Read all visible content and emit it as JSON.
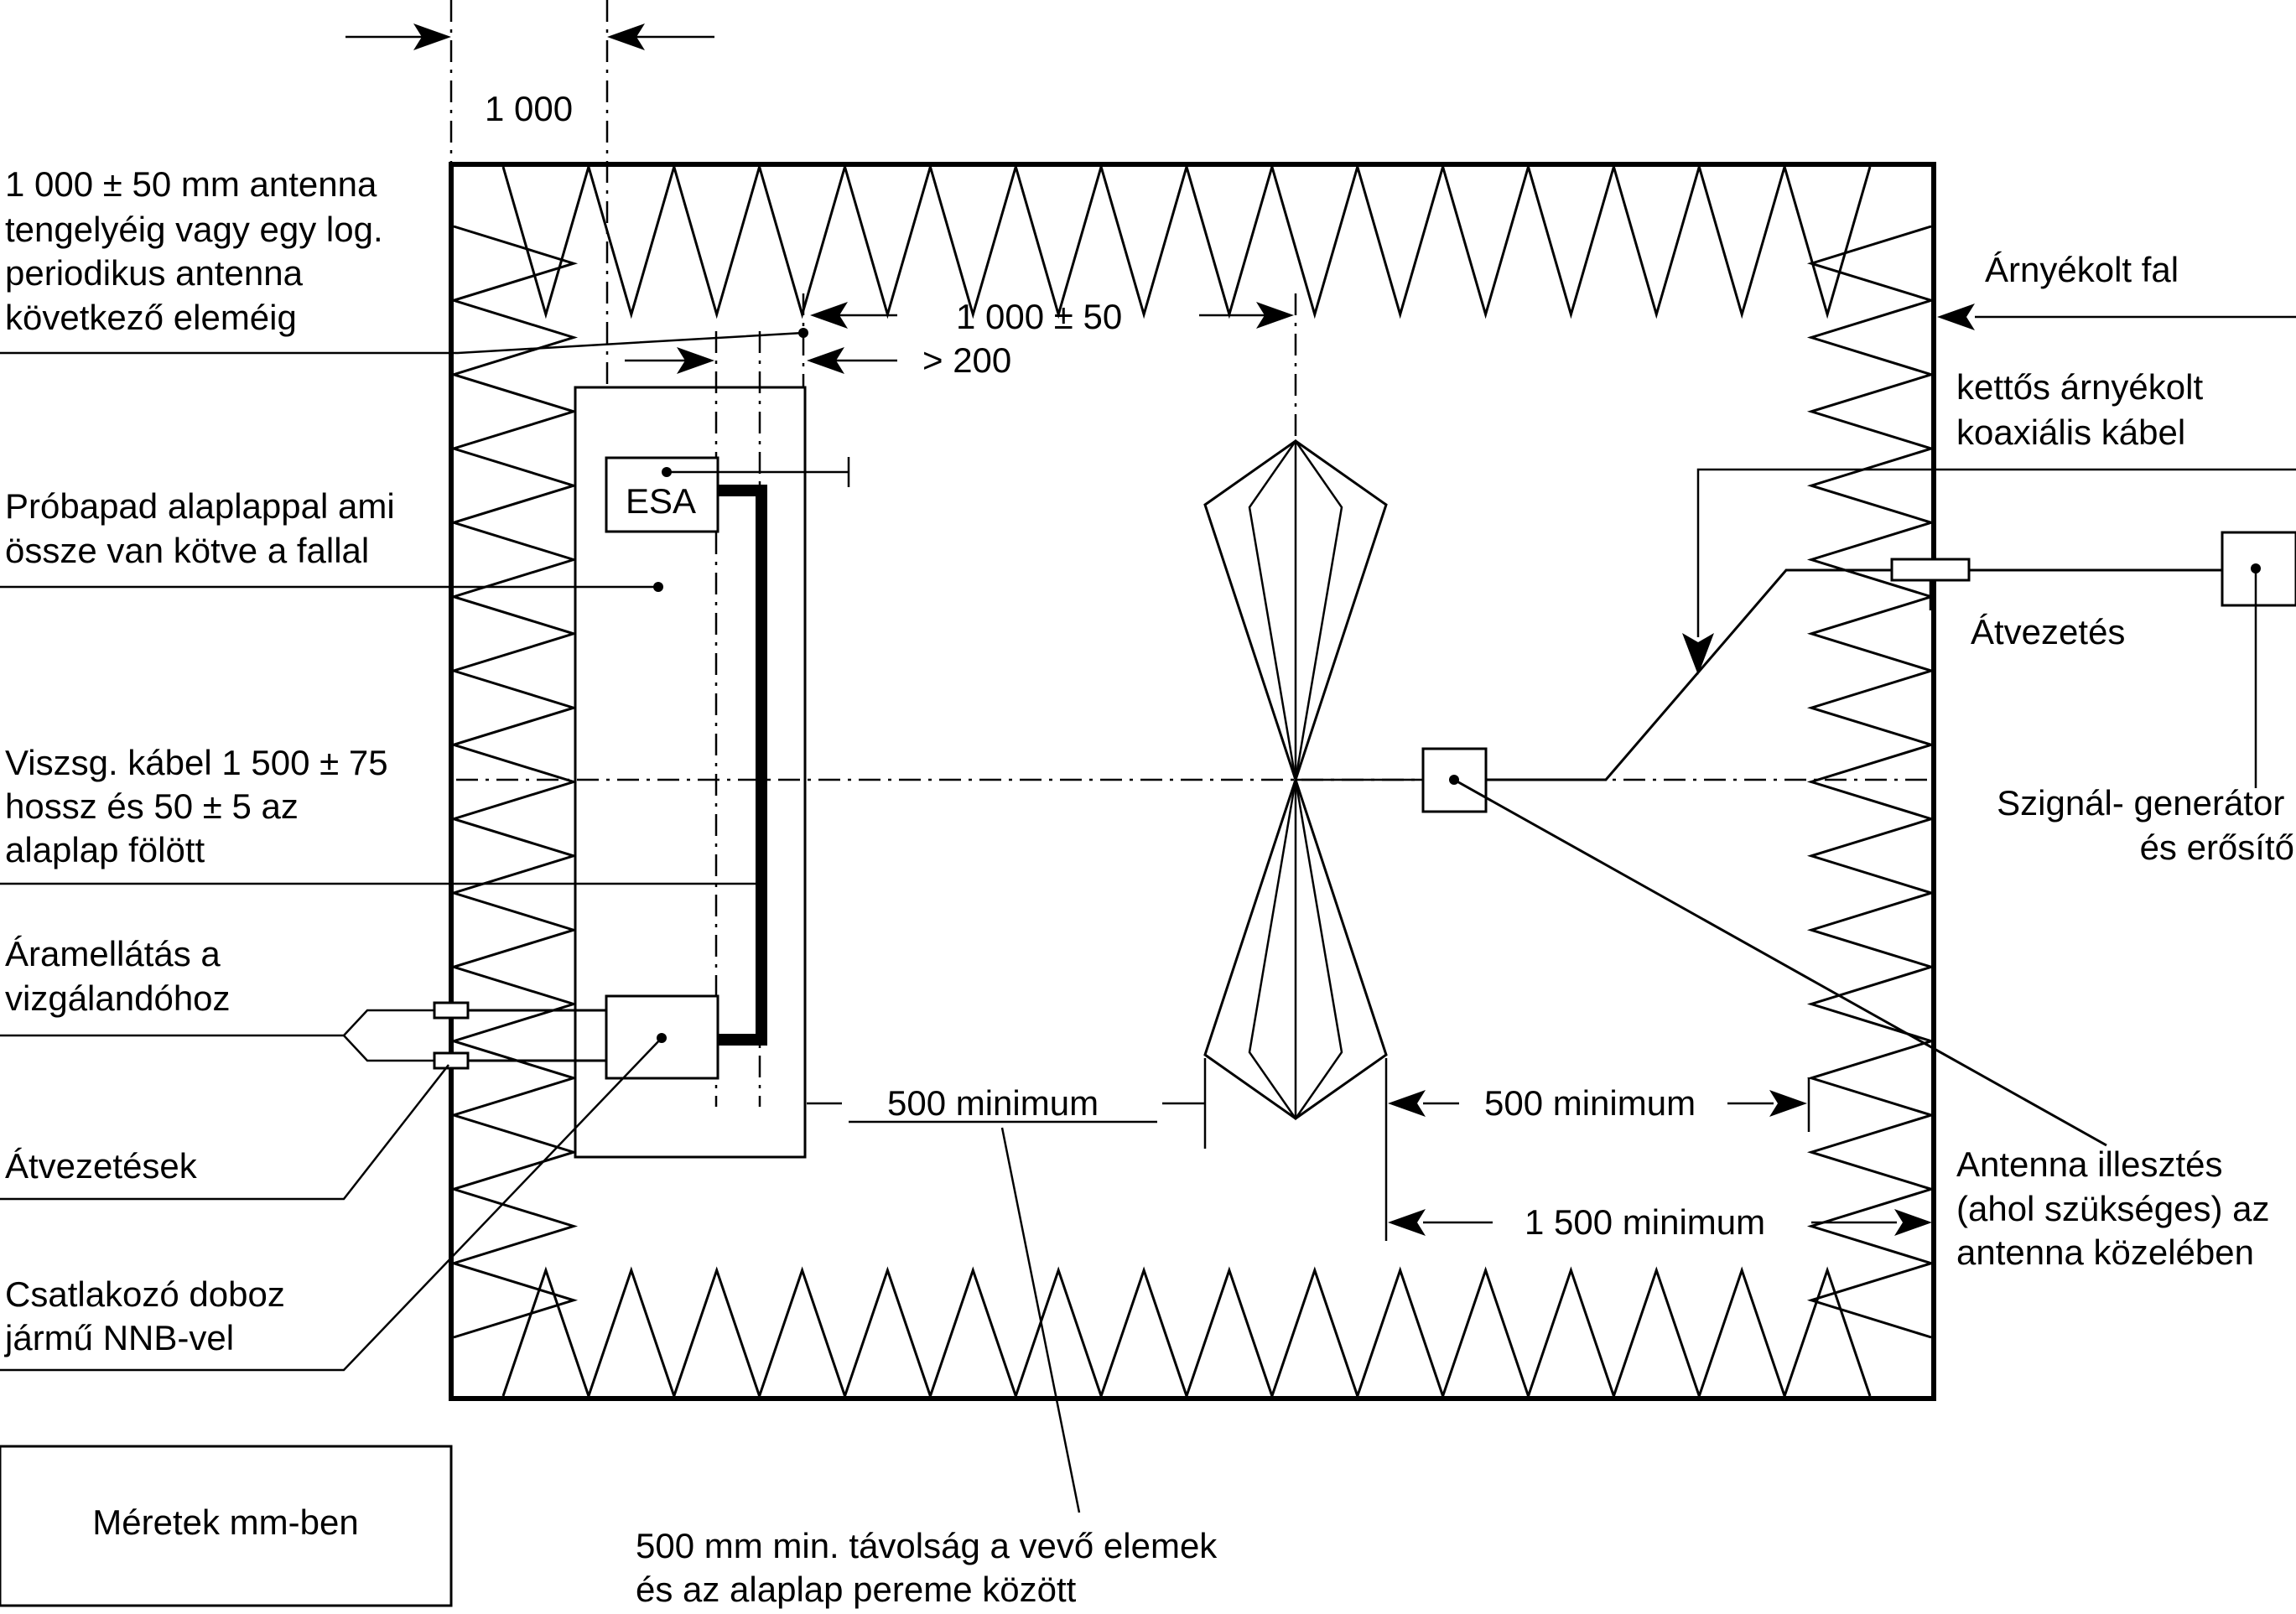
{
  "labels": {
    "dim_top": "1 000",
    "antenna_axis": [
      "1 000 ± 50 mm antenna",
      "tengelyéig vagy egy log.",
      "periodikus antenna",
      "következő eleméig"
    ],
    "dim_1000_50": "1 000 ± 50",
    "dim_200": "> 200",
    "esa": "ESA",
    "shielded_wall": "Árnyékolt fal",
    "coax_cable": [
      "kettős árnyékolt",
      "koaxiális kábel"
    ],
    "test_bench": [
      "Próbapad alaplappal ami",
      "össze van kötve a fallal"
    ],
    "feedthrough": "Átvezetés",
    "test_cable": [
      "Viszsg. kábel 1 500 ± 75",
      "hossz és 50 ± 5 az",
      "alaplap fölött"
    ],
    "signal_gen": [
      "Szignál- generátor",
      "és erősítő"
    ],
    "power_supply": [
      "Áramellátás a",
      "vizgálandóhoz"
    ],
    "dim_500_left": "500 minimum",
    "dim_500_right": "500 minimum",
    "feedthroughs": "Átvezetések",
    "dim_1500": "1 500 minimum",
    "antenna_match": [
      "Antenna illesztés",
      "(ahol szükséges) az",
      "antenna közelében"
    ],
    "junction_box": [
      "Csatlakozó doboz",
      "jármű NNB-vel"
    ],
    "units_note": "Méretek mm-ben",
    "bottom_note": [
      "500 mm min. távolság a vevő elemek",
      "és az alaplap pereme között"
    ]
  }
}
